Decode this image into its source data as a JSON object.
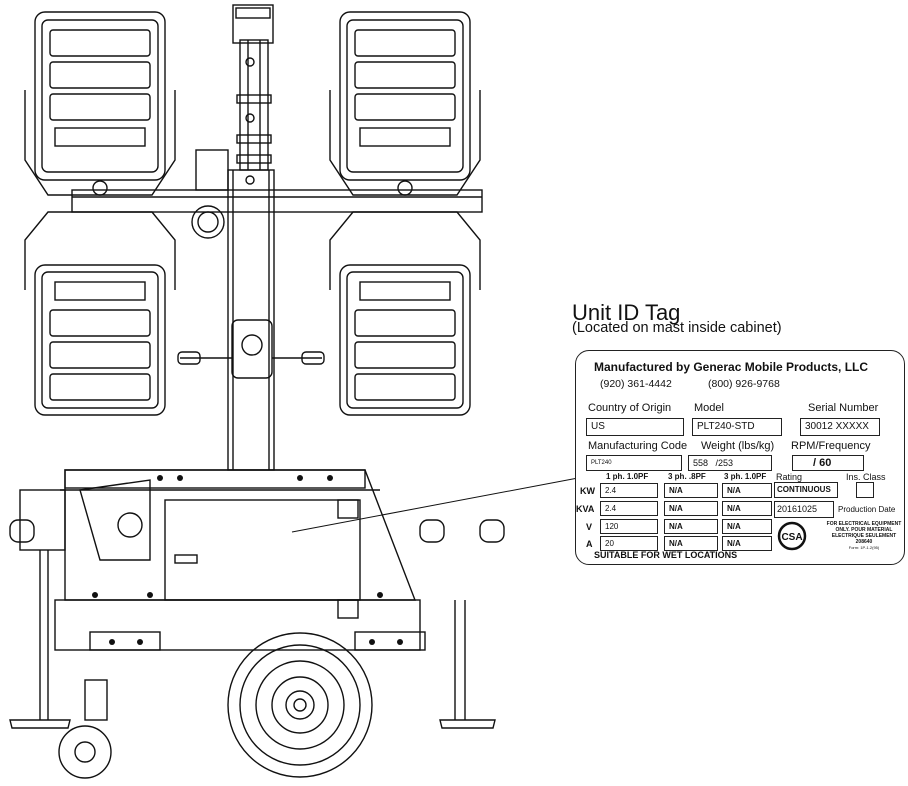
{
  "callout": {
    "title": "Unit ID Tag",
    "subtitle": "(Located on mast inside cabinet)"
  },
  "tag": {
    "manufacturer": "Manufactured by Generac Mobile Products, LLC",
    "phone1": "(920) 361-4442",
    "phone2": "(800) 926-9768",
    "origin_label": "Country of Origin",
    "model_label": "Model",
    "serial_label": "Serial Number",
    "origin_value": "US",
    "model_value": "PLT240-STD",
    "serial_value": "30012 XXXXX",
    "mfg_code_label": "Manufacturing Code",
    "weight_label": "Weight (lbs/kg)",
    "rpm_label": "RPM/Frequency",
    "mfg_code_value": "PLT240",
    "weight_lbs": "558",
    "weight_kg": "/253",
    "rpm_value": "/ 60",
    "col_1ph": "1 ph. 1.0PF",
    "col_3ph_8": "3 ph. .8PF",
    "col_3ph_1": "3 ph. 1.0PF",
    "rating_label": "Rating",
    "ins_class_label": "Ins. Class",
    "row_kw": "KW",
    "row_kva": "KVA",
    "row_v": "V",
    "row_a": "A",
    "kw_1ph": "2.4",
    "kva_1ph": "2.4",
    "v_1ph": "120",
    "a_1ph": "20",
    "na": "N/A",
    "rating_value": "CONTINUOUS",
    "production_value": "20161025",
    "production_label": "Production Date",
    "wet": "SUITABLE FOR WET LOCATIONS",
    "csa": "CSA",
    "notice_1": "FOR ELECTRICAL EQUIPMENT",
    "notice_2": "ONLY. POUR MATERIAL",
    "notice_3": "ELECTRIQUE SEULEMENT",
    "notice_4": "208640",
    "notice_5": "Form: 1P-1.2(95)"
  },
  "icons": [
    "light-fixture-icon",
    "mast-icon",
    "trailer-icon",
    "wheel-icon",
    "csa-logo-icon"
  ]
}
